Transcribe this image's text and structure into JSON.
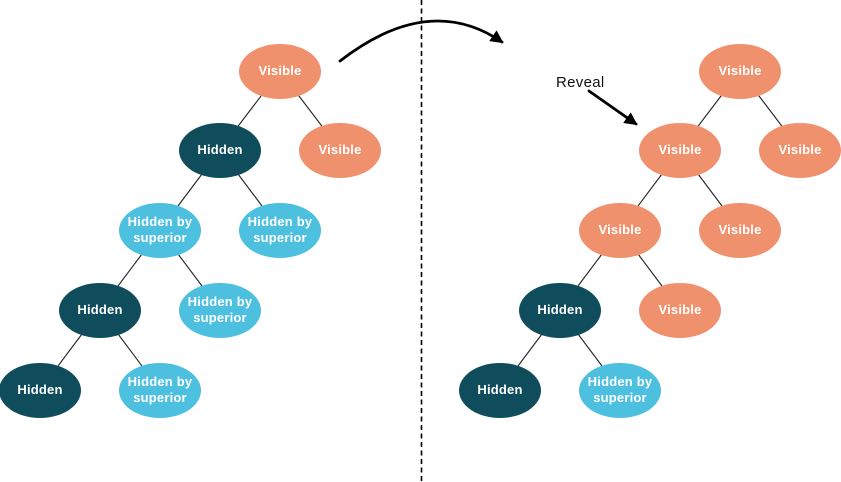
{
  "colors": {
    "visible_node": "#F0916E",
    "hidden_node": "#0F4D5C",
    "hidden_by_superior_node": "#4DBFDF",
    "edge_line": "#1F1F1F",
    "node_text": "#FFFFFF",
    "annotation_text": "#111111"
  },
  "annotations": {
    "reveal_label": "Reveal"
  },
  "before_tree": {
    "name": "before-reveal",
    "nodes": [
      {
        "label": "Visible",
        "status": "visible"
      },
      {
        "label": "Hidden",
        "status": "hidden"
      },
      {
        "label": "Visible",
        "status": "visible"
      },
      {
        "label": "Hidden by superior",
        "status": "hidden_by_superior"
      },
      {
        "label": "Hidden by superior",
        "status": "hidden_by_superior"
      },
      {
        "label": "Hidden",
        "status": "hidden"
      },
      {
        "label": "Hidden by superior",
        "status": "hidden_by_superior"
      },
      {
        "label": "Hidden",
        "status": "hidden"
      },
      {
        "label": "Hidden by superior",
        "status": "hidden_by_superior"
      }
    ],
    "edges": [
      [
        0,
        1
      ],
      [
        0,
        2
      ],
      [
        1,
        3
      ],
      [
        1,
        4
      ],
      [
        3,
        5
      ],
      [
        3,
        6
      ],
      [
        5,
        7
      ],
      [
        5,
        8
      ]
    ]
  },
  "after_tree": {
    "name": "after-reveal",
    "nodes": [
      {
        "label": "Visible",
        "status": "visible"
      },
      {
        "label": "Visible",
        "status": "visible"
      },
      {
        "label": "Visible",
        "status": "visible"
      },
      {
        "label": "Visible",
        "status": "visible"
      },
      {
        "label": "Visible",
        "status": "visible"
      },
      {
        "label": "Hidden",
        "status": "hidden"
      },
      {
        "label": "Visible",
        "status": "visible"
      },
      {
        "label": "Hidden",
        "status": "hidden"
      },
      {
        "label": "Hidden by superior",
        "status": "hidden_by_superior"
      }
    ],
    "edges": [
      [
        0,
        1
      ],
      [
        0,
        2
      ],
      [
        1,
        3
      ],
      [
        1,
        4
      ],
      [
        3,
        5
      ],
      [
        3,
        6
      ],
      [
        5,
        7
      ],
      [
        5,
        8
      ]
    ]
  }
}
